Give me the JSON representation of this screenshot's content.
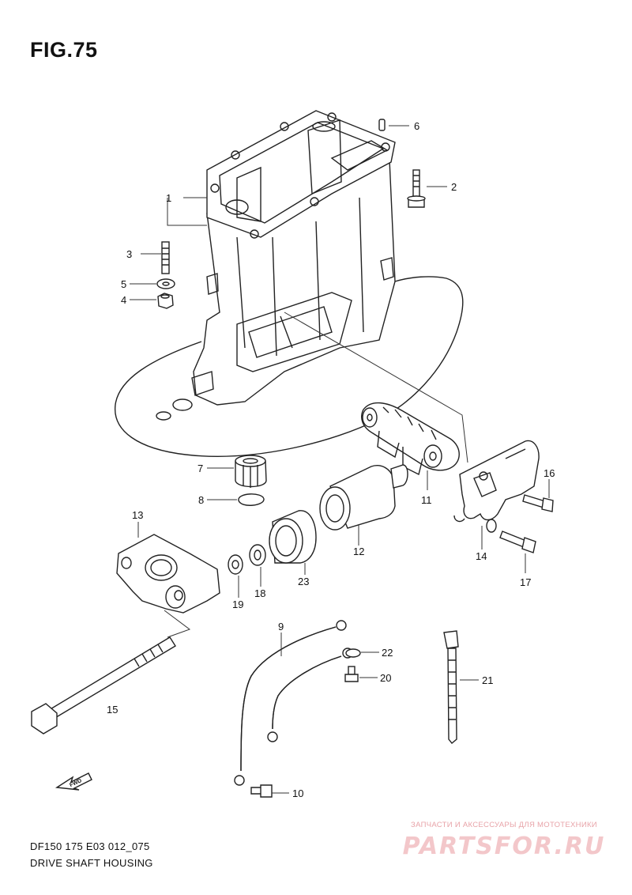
{
  "figure": {
    "title": "FIG.75",
    "model_code": "DF150 175 E03 012_075",
    "section_name": "DRIVE SHAFT HOUSING"
  },
  "callouts": [
    "1",
    "2",
    "3",
    "4",
    "5",
    "6",
    "7",
    "8",
    "9",
    "10",
    "11",
    "12",
    "13",
    "14",
    "15",
    "16",
    "17",
    "18",
    "19",
    "20",
    "21",
    "22",
    "23"
  ],
  "fwd_label": "FWD",
  "watermark": {
    "tagline": "ЗАПЧАСТИ И АКСЕССУАРЫ ДЛЯ МОТОТЕХНИКИ",
    "logo": "PARTSFOR.RU"
  },
  "colors": {
    "line": "#222222",
    "watermark": "#e8a3a8"
  }
}
